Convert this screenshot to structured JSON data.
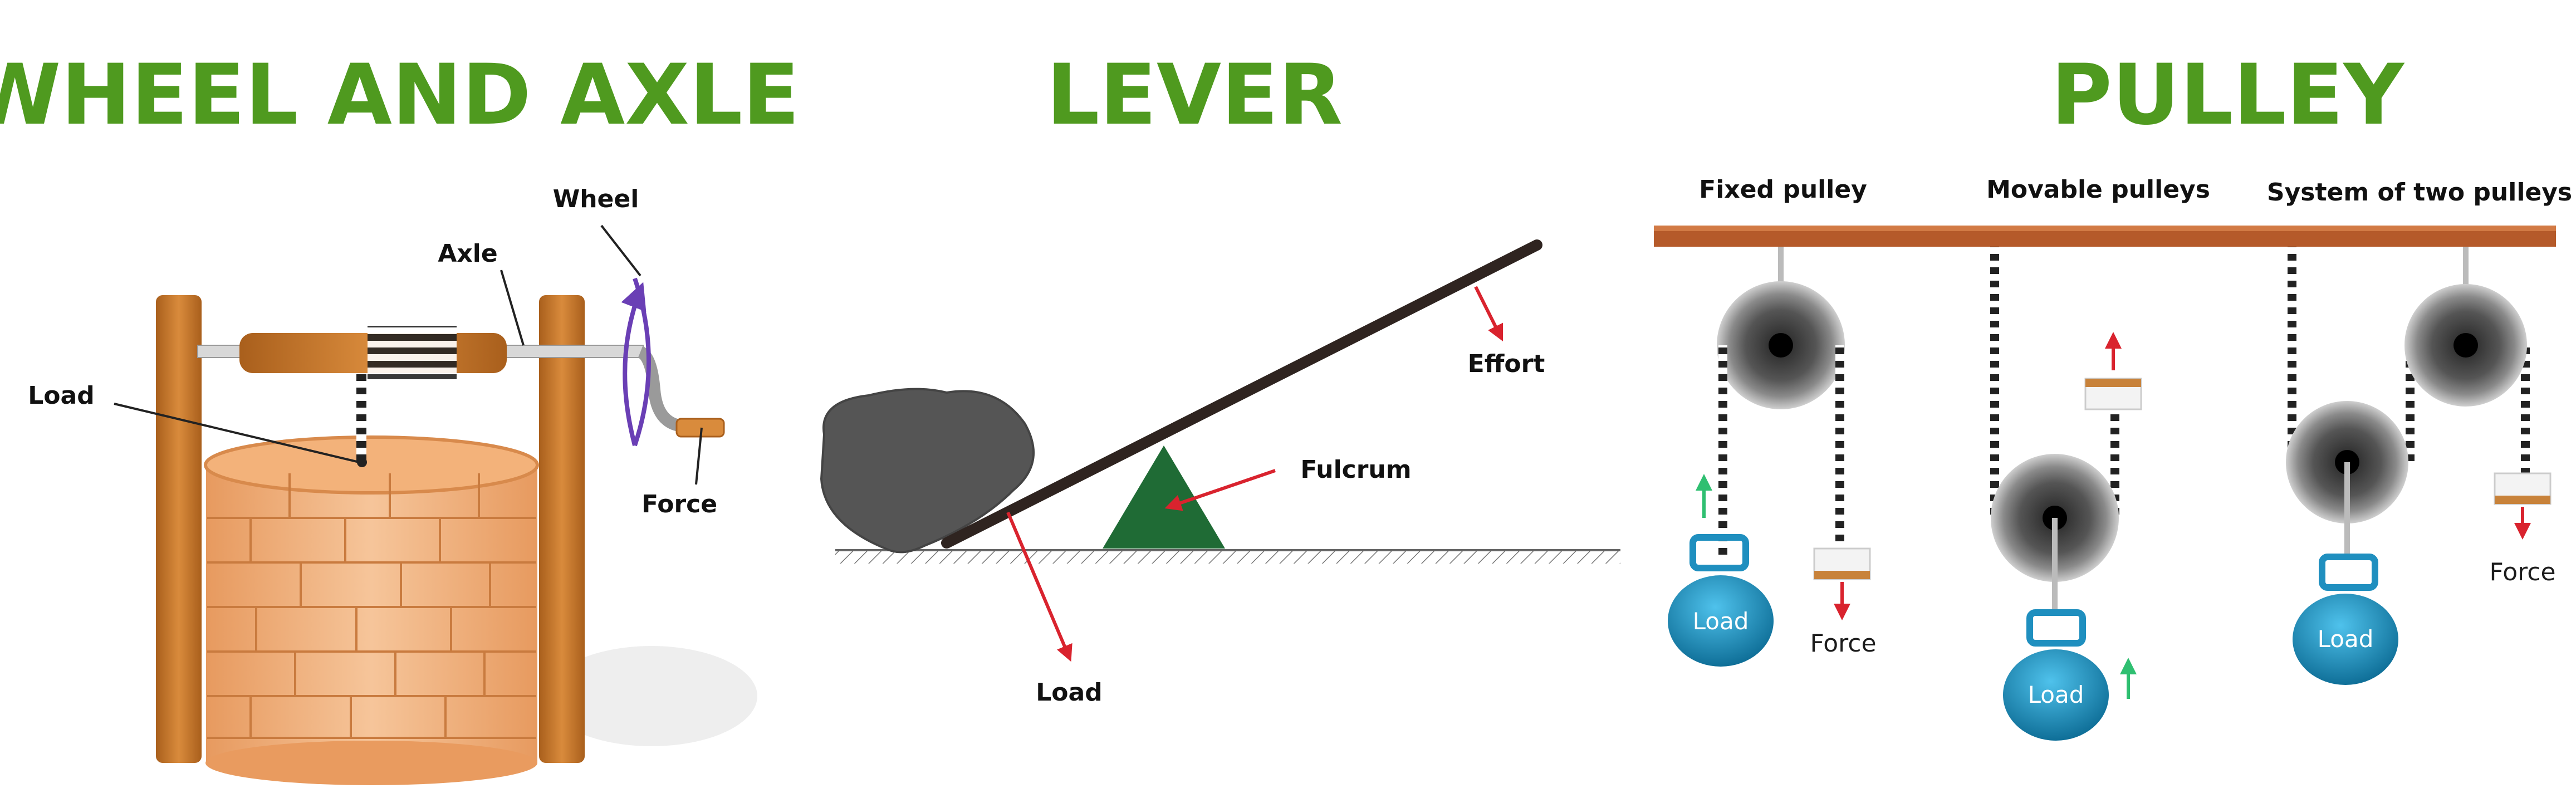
{
  "sections": {
    "wheel_axle": {
      "title": "WHEEL AND AXLE",
      "labels": {
        "wheel": "Wheel",
        "axle": "Axle",
        "load": "Load",
        "force": "Force"
      }
    },
    "lever": {
      "title": "LEVER",
      "labels": {
        "effort": "Effort",
        "fulcrum": "Fulcrum",
        "load": "Load"
      }
    },
    "pulley": {
      "title": "PULLEY",
      "fixed": {
        "caption": "Fixed pulley",
        "load": "Load",
        "force": "Force"
      },
      "movable": {
        "caption": "Movable pulleys",
        "load": "Load"
      },
      "system": {
        "caption": "System of two pulleys",
        "load": "Load",
        "force": "Force"
      }
    }
  },
  "colors": {
    "title_green": "#4f9a1f",
    "wood": "#c77a2c",
    "brick": "#f0b783",
    "lever_beam": "#2f2420",
    "fulcrum": "#1f6b35",
    "rock": "#555555",
    "arrow_red": "#d9232e",
    "arrow_green": "#2fbf71",
    "weight_blue": "#1f8fbf",
    "ceiling": "#b55a2a",
    "wheel_arrow": "#6a3fb5"
  }
}
